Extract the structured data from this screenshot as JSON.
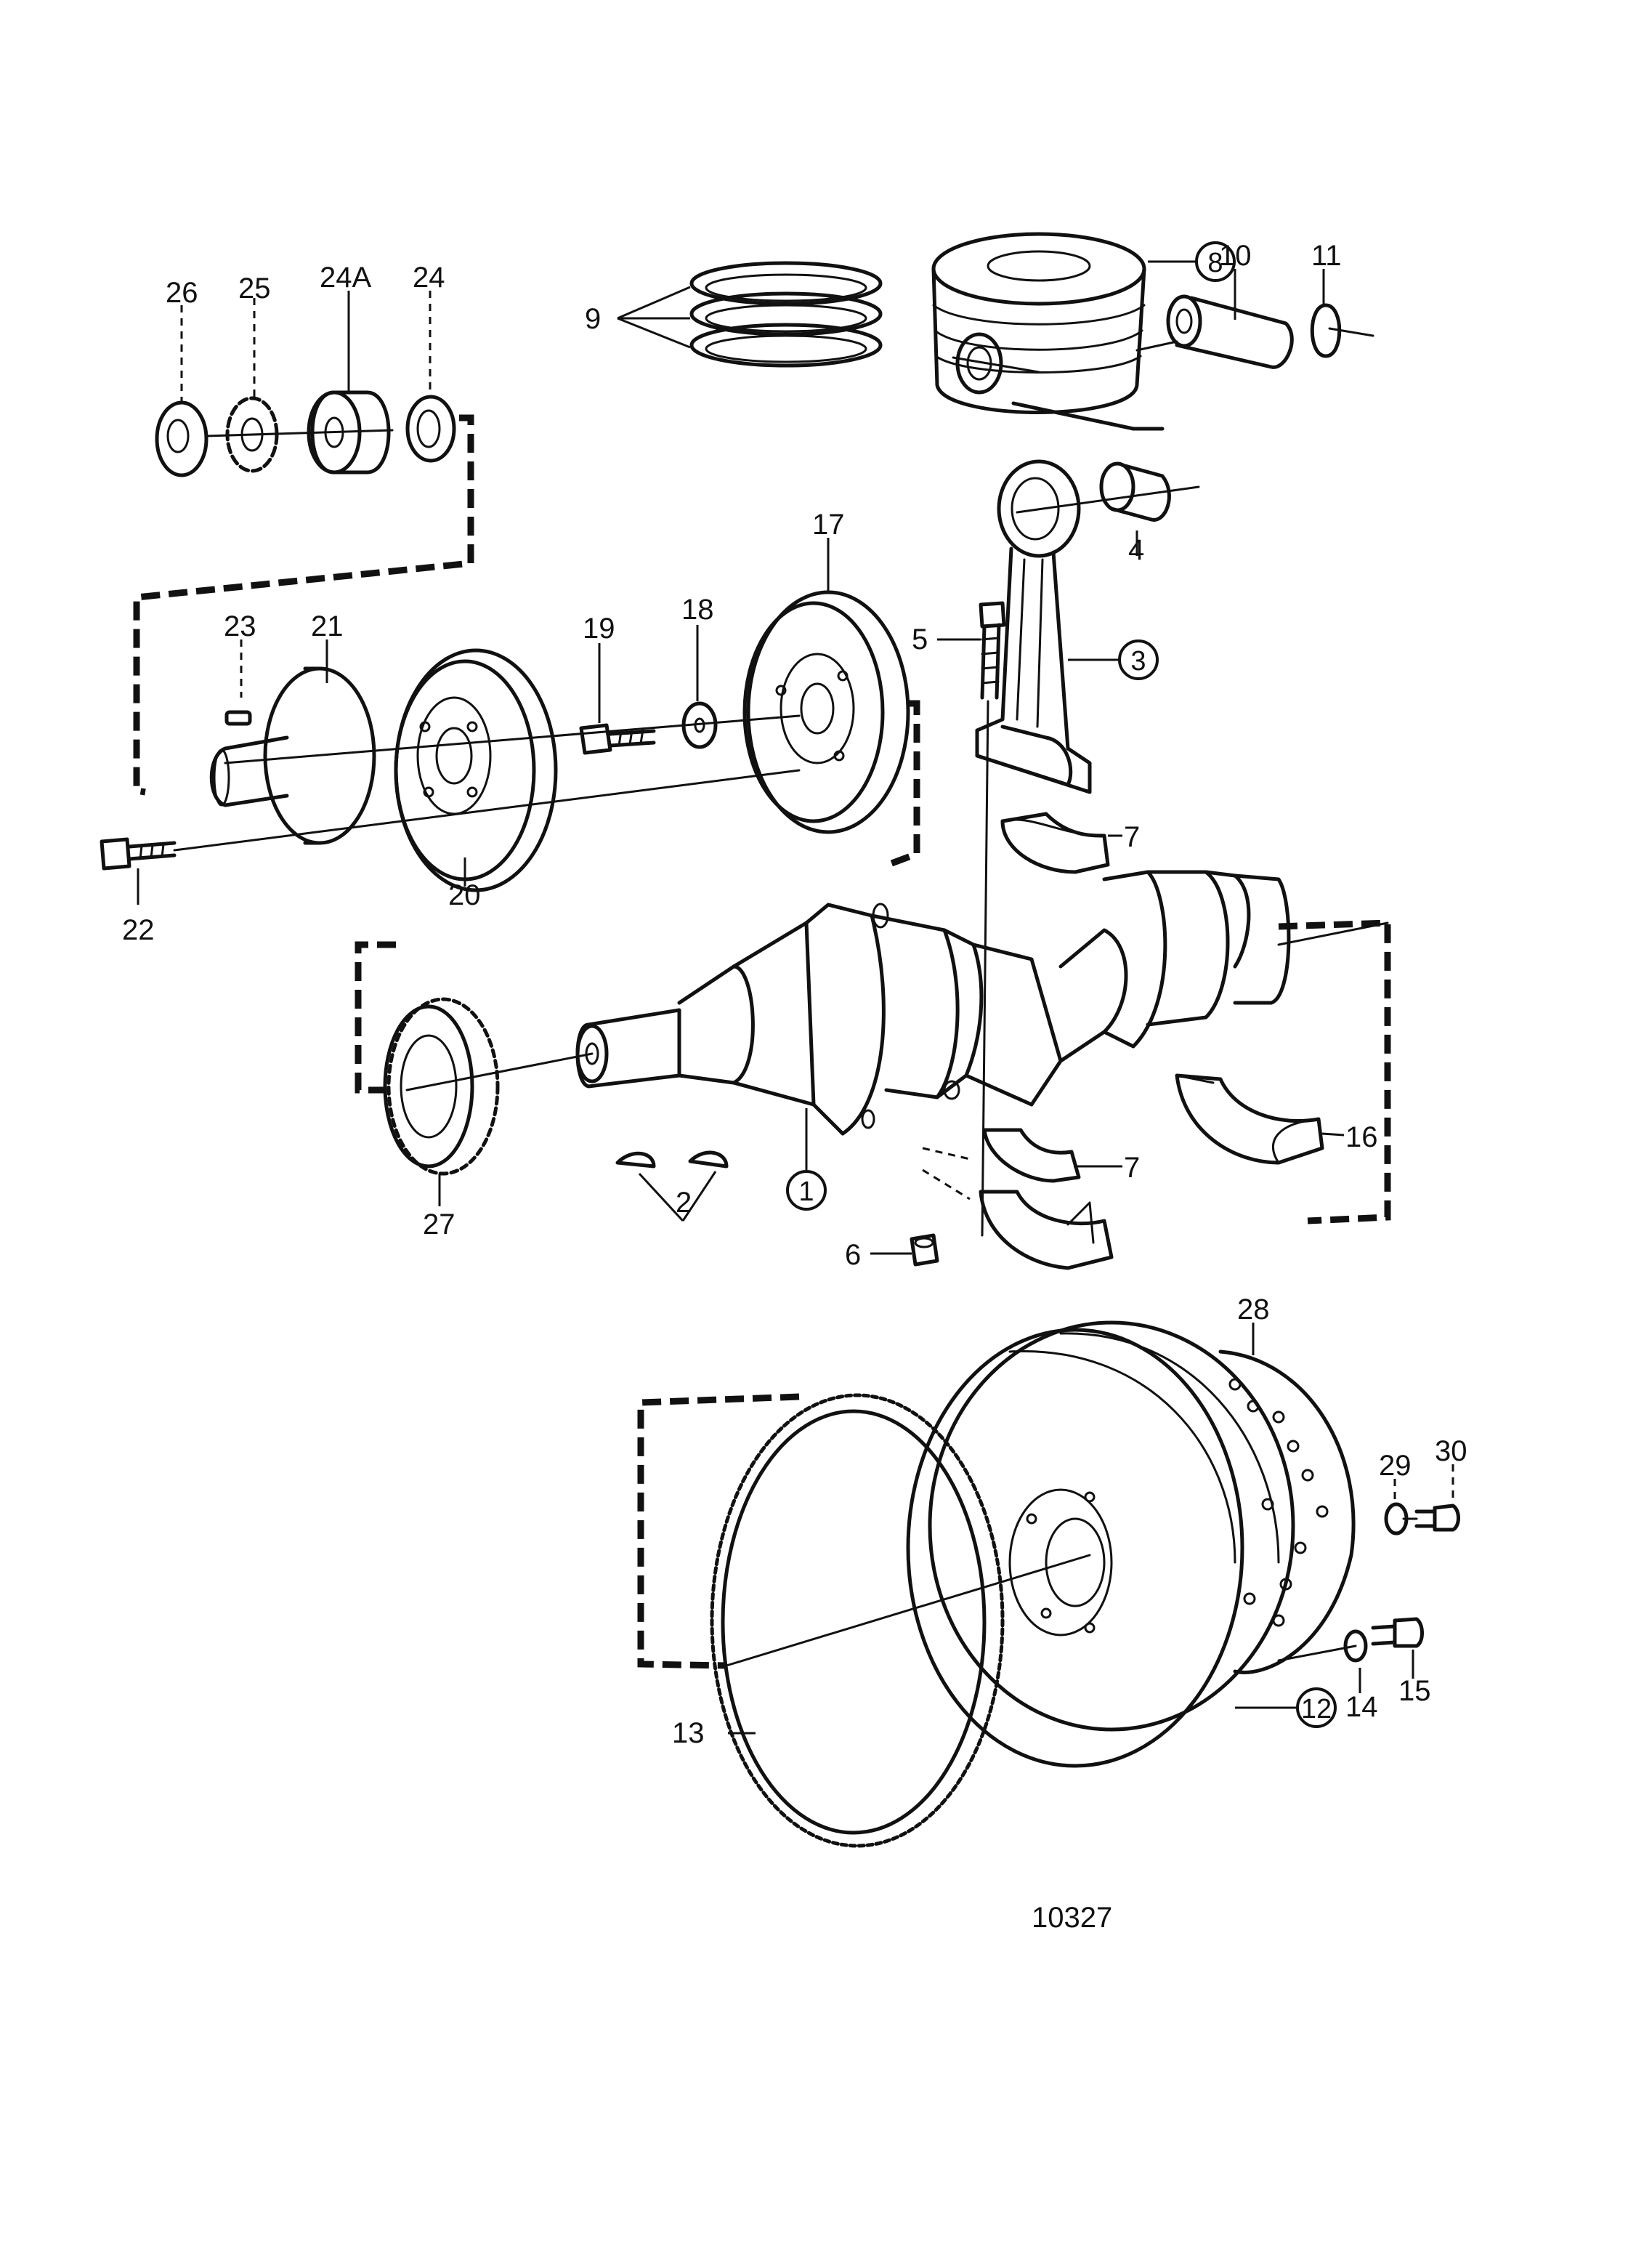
{
  "figure_number": "10327",
  "callouts": {
    "p1": "1",
    "p2": "2",
    "p3": "3",
    "p4": "4",
    "p5": "5",
    "p6": "6",
    "p7a": "7",
    "p7b": "7",
    "p8": "8",
    "p9": "9",
    "p10": "10",
    "p11": "11",
    "p12": "12",
    "p13": "13",
    "p14": "14",
    "p15": "15",
    "p16": "16",
    "p17": "17",
    "p18": "18",
    "p19": "19",
    "p20": "20",
    "p21": "21",
    "p22": "22",
    "p23": "23",
    "p24": "24",
    "p24a": "24A",
    "p25": "25",
    "p26": "26",
    "p27": "27",
    "p28": "28",
    "p29": "29",
    "p30": "30"
  }
}
